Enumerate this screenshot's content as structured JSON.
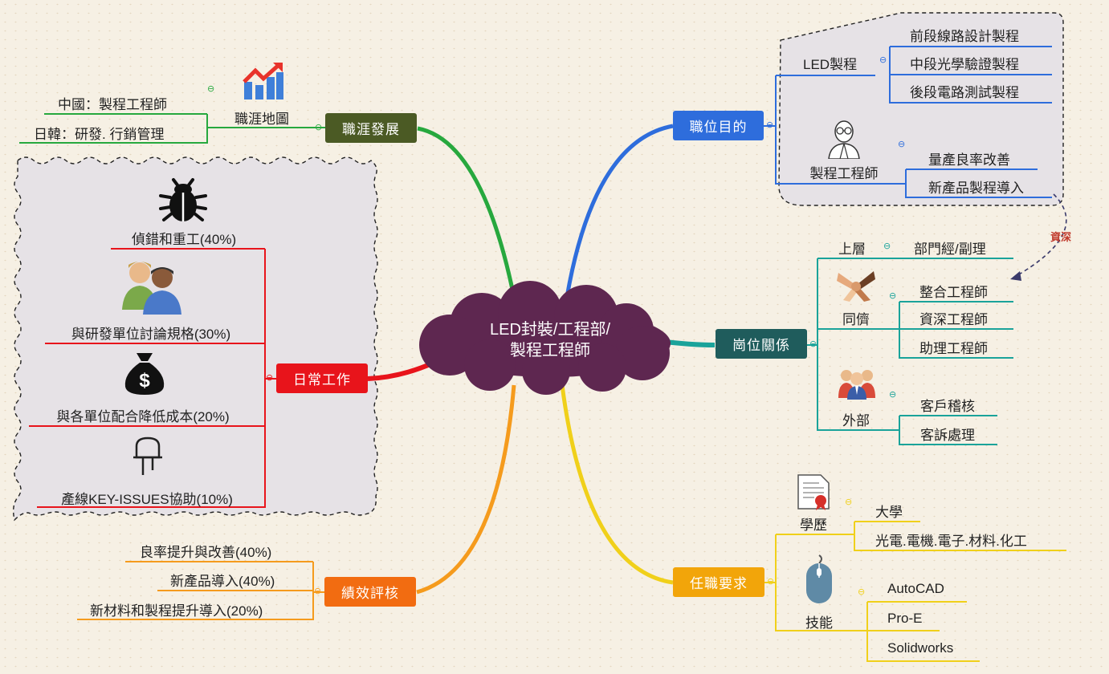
{
  "center": {
    "line1": "LED封裝/工程部/",
    "line2": "製程工程師"
  },
  "branches": {
    "career": {
      "label": "職涯發展",
      "icon": "rising-chart-icon",
      "sub_label": "職涯地圖",
      "items": [
        "中國：製程工程師",
        "日韓：研發. 行銷管理"
      ]
    },
    "daily": {
      "label": "日常工作",
      "items": [
        {
          "text": "偵錯和重工(40%)",
          "icon": "bug-icon"
        },
        {
          "text": "與研發單位討論規格(30%)",
          "icon": "people-meeting-icon"
        },
        {
          "text": "與各單位配合降低成本(20%)",
          "icon": "money-bag-icon"
        },
        {
          "text": "產線KEY-ISSUES協助(10%)",
          "icon": "led-component-icon"
        }
      ]
    },
    "performance": {
      "label": "績效評核",
      "items": [
        "良率提升與改善(40%)",
        "新產品導入(40%)",
        "新材料和製程提升導入(20%)"
      ]
    },
    "purpose": {
      "label": "職位目的",
      "led": {
        "label": "LED製程",
        "items": [
          "前段線路設計製程",
          "中段光學驗證製程",
          "後段電路測試製程"
        ]
      },
      "engineer": {
        "label": "製程工程師",
        "icon": "engineer-avatar-icon",
        "items": [
          "量產良率改善",
          "新產品製程導入"
        ]
      }
    },
    "relations": {
      "label": "崗位關係",
      "upper": {
        "label": "上層",
        "items": [
          "部門經/副理"
        ]
      },
      "peers": {
        "label": "同儕",
        "icon": "hands-together-icon",
        "items": [
          "整合工程師",
          "資深工程師",
          "助理工程師"
        ]
      },
      "external": {
        "label": "外部",
        "icon": "group-people-icon",
        "items": [
          "客戶稽核",
          "客訴處理"
        ]
      }
    },
    "requirements": {
      "label": "任職要求",
      "education": {
        "label": "學歷",
        "icon": "certificate-icon",
        "items": [
          "大學",
          "光電.電機.電子.材料.化工"
        ]
      },
      "skills": {
        "label": "技能",
        "icon": "mouse-icon",
        "items": [
          "AutoCAD",
          "Pro-E",
          "Solidworks"
        ]
      }
    }
  },
  "relation_label": "資深",
  "colors": {
    "center": "#5e2750",
    "career": "#4b5a24",
    "daily": "#e8141b",
    "performance": "#f26c11",
    "purpose": "#2e6ddc",
    "relations": "#1f5c5c",
    "requirements": "#f2a50a",
    "green_line": "#27a83e",
    "blue_line": "#2e6ddc",
    "teal_line": "#1aa39a",
    "yellow_line": "#f0d01a",
    "orange_line": "#f59b1d",
    "red_line": "#e8141b"
  }
}
